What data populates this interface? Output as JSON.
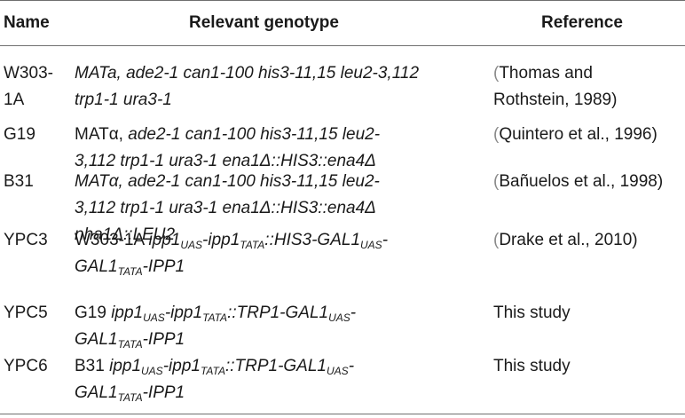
{
  "headers": {
    "name": "Name",
    "genotype": "Relevant genotype",
    "reference": "Reference"
  },
  "rows": [
    {
      "name_lines": [
        "W303-",
        "1A"
      ],
      "genotype_lines": [
        [
          {
            "t": "MATa, ade2-1 can1-100 his3-11,15 leu2-3,112",
            "i": true
          }
        ],
        [
          {
            "t": "trp1-1 ura3-1",
            "i": true
          }
        ]
      ],
      "reference_lines": [
        "Thomas and",
        "Rothstein, 1989)"
      ],
      "reference_paren": "(",
      "reference_cited": true
    },
    {
      "name_lines": [
        "G19"
      ],
      "genotype_lines": [
        [
          {
            "t": "MATα, ",
            "i": false
          },
          {
            "t": "ade2-1 can1-100 his3-11,15 leu2-",
            "i": true
          }
        ],
        [
          {
            "t": "3,112 trp1-1 ura3-1 ena1Δ::HIS3::ena4Δ",
            "i": true
          }
        ]
      ],
      "reference_lines": [
        "Quintero et al., 1996)"
      ],
      "reference_paren": "(",
      "reference_cited": true
    },
    {
      "name_lines": [
        "B31"
      ],
      "genotype_lines": [
        [
          {
            "t": "MATα, ade2-1 can1-100 his3-11,15 leu2-",
            "i": true
          }
        ],
        [
          {
            "t": "3,112 trp1-1 ura3-1 ena1Δ::HIS3::ena4Δ",
            "i": true
          }
        ],
        [
          {
            "t": "nha1Δ::LEU2",
            "i": true
          }
        ]
      ],
      "reference_lines": [
        "Bañuelos et al., 1998)"
      ],
      "reference_paren": "(",
      "reference_cited": true
    },
    {
      "name_lines": [
        "YPC3"
      ],
      "genotype_lines": [
        [
          {
            "t": "W303-1A ",
            "i": false
          },
          {
            "t": "ipp1",
            "i": true
          },
          {
            "t": "UAS",
            "i": true,
            "sub": true
          },
          {
            "t": "-ipp1",
            "i": true
          },
          {
            "t": "TATA",
            "i": true,
            "sub": true
          },
          {
            "t": "::HIS3-GAL1",
            "i": true
          },
          {
            "t": "UAS",
            "i": true,
            "sub": true
          },
          {
            "t": "-",
            "i": true
          }
        ],
        [
          {
            "t": "GAL1",
            "i": true
          },
          {
            "t": "TATA",
            "i": true,
            "sub": true
          },
          {
            "t": "-IPP1",
            "i": true
          }
        ]
      ],
      "reference_lines": [
        "Drake et al., 2010)"
      ],
      "reference_paren": "(",
      "reference_cited": true
    },
    {
      "name_lines": [
        "YPC5"
      ],
      "genotype_lines": [
        [
          {
            "t": "G19 ",
            "i": false
          },
          {
            "t": "ipp1",
            "i": true
          },
          {
            "t": "UAS",
            "i": true,
            "sub": true
          },
          {
            "t": "-ipp1",
            "i": true
          },
          {
            "t": "TATA",
            "i": true,
            "sub": true
          },
          {
            "t": "::TRP1-GAL1",
            "i": true
          },
          {
            "t": "UAS",
            "i": true,
            "sub": true
          },
          {
            "t": "-",
            "i": true
          }
        ],
        [
          {
            "t": "GAL1",
            "i": true
          },
          {
            "t": "TATA",
            "i": true,
            "sub": true
          },
          {
            "t": "-IPP1",
            "i": true
          }
        ]
      ],
      "reference_lines": [
        "This study"
      ],
      "reference_paren": "",
      "reference_cited": false
    },
    {
      "name_lines": [
        "YPC6"
      ],
      "genotype_lines": [
        [
          {
            "t": "B31 ",
            "i": false
          },
          {
            "t": "ipp1",
            "i": true
          },
          {
            "t": "UAS",
            "i": true,
            "sub": true
          },
          {
            "t": "-ipp1",
            "i": true
          },
          {
            "t": "TATA",
            "i": true,
            "sub": true
          },
          {
            "t": "::TRP1-GAL1",
            "i": true
          },
          {
            "t": "UAS",
            "i": true,
            "sub": true
          },
          {
            "t": "-",
            "i": true
          }
        ],
        [
          {
            "t": "GAL1",
            "i": true
          },
          {
            "t": "TATA",
            "i": true,
            "sub": true
          },
          {
            "t": "-IPP1",
            "i": true
          }
        ]
      ],
      "reference_lines": [
        "This study"
      ],
      "reference_paren": "",
      "reference_cited": false
    }
  ]
}
